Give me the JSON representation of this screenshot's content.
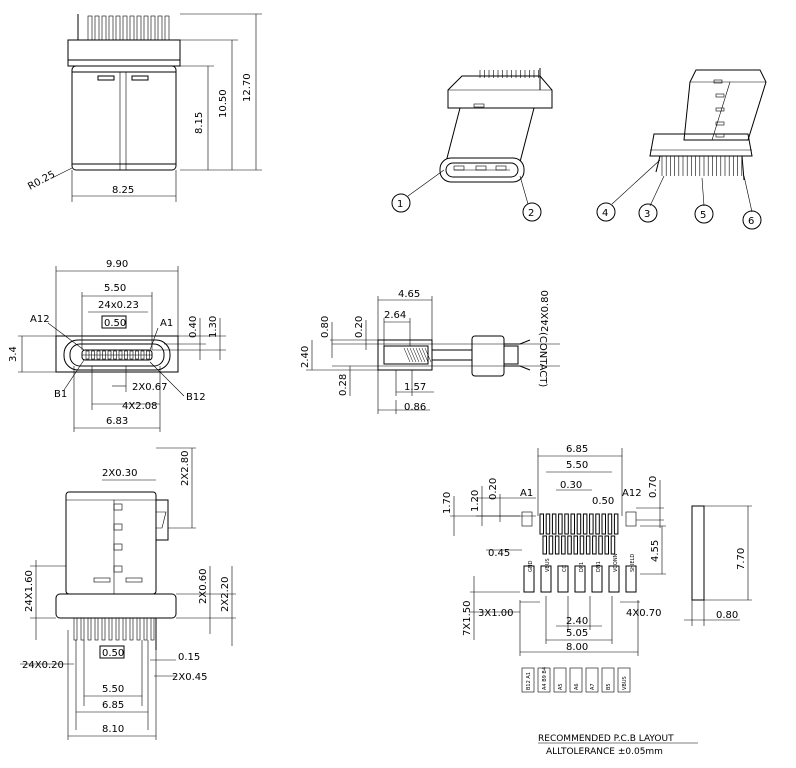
{
  "top_view": {
    "width": "8.25",
    "radius": "R0.25",
    "dim_a": "8.15",
    "dim_b": "10.50",
    "dim_c": "12.70"
  },
  "callouts": [
    "1",
    "2",
    "3",
    "4",
    "5",
    "6"
  ],
  "front_view": {
    "overall": "9.90",
    "inner": "5.50",
    "pitch": "24x0.23",
    "box": "0.50",
    "a12": "A12",
    "a1": "A1",
    "b1": "B1",
    "b12": "B12",
    "h": "3.4",
    "r1": "0.40",
    "r2": "1.30",
    "d1": "2X0.67",
    "d2": "4X2.08",
    "bottom": "6.83"
  },
  "side_view": {
    "d465": "4.65",
    "d264": "2.64",
    "d080": "0.80",
    "d020": "0.20",
    "d240": "2.40",
    "d028": "0.28",
    "d157": "1.57",
    "d086": "0.86",
    "contact": "(CONTACT)",
    "contact_val": "24X0.80"
  },
  "bottom_view": {
    "d030": "2X0.30",
    "d280": "2X2.80",
    "d160": "24X1.60",
    "d060": "2X0.60",
    "d220": "2X2.20",
    "d020": "24X0.20",
    "box": "0.50",
    "d015": "0.15",
    "d045": "2X0.45",
    "d550": "5.50",
    "d685": "6.85",
    "d810": "8.10"
  },
  "pcb": {
    "d685": "6.85",
    "d550": "5.50",
    "d030": "0.30",
    "d050": "0.50",
    "d120": "1.20",
    "d020": "0.20",
    "d170": "1.70",
    "d070": "0.70",
    "a1": "A1",
    "a12": "A12",
    "d045": "0.45",
    "d455": "4.55",
    "d770": "7.70",
    "d150": "7X1.50",
    "d300": "3X1.00",
    "d240": "2.40",
    "d505": "5.05",
    "d800": "8.00",
    "d4x070": "4X0.70",
    "d080": "0.80",
    "pad_labels": [
      "GND",
      "VBUS",
      "CC",
      "DP1",
      "DN1",
      "VCONN",
      "SHIELD"
    ],
    "bottom_labels": [
      "B12\nA1",
      "A4\nB9\nB4",
      "A5",
      "A6",
      "A7",
      "B5",
      "VBUS"
    ],
    "title": "RECOMMENDED P.C.B LAYOUT",
    "tolerance": "ALLTOLERANCE  ±0.05mm"
  }
}
